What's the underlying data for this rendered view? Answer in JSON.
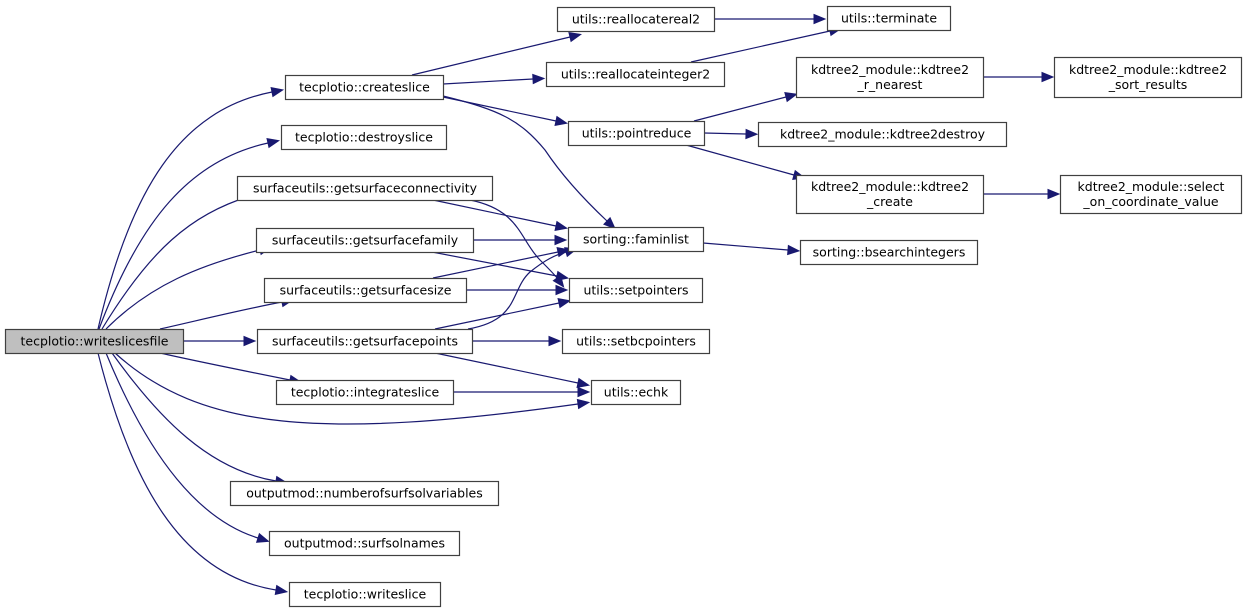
{
  "graph": {
    "type": "call-graph",
    "edge_color": "#191970",
    "root_fill": "#bfbfbf",
    "node_fill": "#ffffff",
    "nodes": [
      {
        "id": "writeslicesfile",
        "lines": [
          "tecplotio::writeslicesfile"
        ],
        "root": true
      },
      {
        "id": "createslice",
        "lines": [
          "tecplotio::createslice"
        ]
      },
      {
        "id": "destroyslice",
        "lines": [
          "tecplotio::destroyslice"
        ]
      },
      {
        "id": "getsurfaceconnectivity",
        "lines": [
          "surfaceutils::getsurfaceconnectivity"
        ]
      },
      {
        "id": "getsurfacefamily",
        "lines": [
          "surfaceutils::getsurfacefamily"
        ]
      },
      {
        "id": "getsurfacesize",
        "lines": [
          "surfaceutils::getsurfacesize"
        ]
      },
      {
        "id": "getsurfacepoints",
        "lines": [
          "surfaceutils::getsurfacepoints"
        ]
      },
      {
        "id": "integrateslice",
        "lines": [
          "tecplotio::integrateslice"
        ]
      },
      {
        "id": "numberofsurfsolvariables",
        "lines": [
          "outputmod::numberofsurfsolvariables"
        ]
      },
      {
        "id": "surfsolnames",
        "lines": [
          "outputmod::surfsolnames"
        ]
      },
      {
        "id": "writeslice",
        "lines": [
          "tecplotio::writeslice"
        ]
      },
      {
        "id": "reallocatereal2",
        "lines": [
          "utils::reallocatereal2"
        ]
      },
      {
        "id": "reallocateinteger2",
        "lines": [
          "utils::reallocateinteger2"
        ]
      },
      {
        "id": "pointreduce",
        "lines": [
          "utils::pointreduce"
        ]
      },
      {
        "id": "faminlist",
        "lines": [
          "sorting::faminlist"
        ]
      },
      {
        "id": "setpointers",
        "lines": [
          "utils::setpointers"
        ]
      },
      {
        "id": "setbcpointers",
        "lines": [
          "utils::setbcpointers"
        ]
      },
      {
        "id": "echk",
        "lines": [
          "utils::echk"
        ]
      },
      {
        "id": "terminate",
        "lines": [
          "utils::terminate"
        ]
      },
      {
        "id": "kdtree2_r_nearest",
        "lines": [
          "kdtree2_module::kdtree2",
          "_r_nearest"
        ]
      },
      {
        "id": "kdtree2destroy",
        "lines": [
          "kdtree2_module::kdtree2destroy"
        ]
      },
      {
        "id": "kdtree2_create",
        "lines": [
          "kdtree2_module::kdtree2",
          "_create"
        ]
      },
      {
        "id": "bsearchintegers",
        "lines": [
          "sorting::bsearchintegers"
        ]
      },
      {
        "id": "kdtree2_sort_results",
        "lines": [
          "kdtree2_module::kdtree2",
          "_sort_results"
        ]
      },
      {
        "id": "select_on_coordinate_value",
        "lines": [
          "kdtree2_module::select",
          "_on_coordinate_value"
        ]
      }
    ],
    "edges": [
      [
        "writeslicesfile",
        "createslice"
      ],
      [
        "writeslicesfile",
        "destroyslice"
      ],
      [
        "writeslicesfile",
        "getsurfaceconnectivity"
      ],
      [
        "writeslicesfile",
        "getsurfacefamily"
      ],
      [
        "writeslicesfile",
        "getsurfacesize"
      ],
      [
        "writeslicesfile",
        "getsurfacepoints"
      ],
      [
        "writeslicesfile",
        "integrateslice"
      ],
      [
        "writeslicesfile",
        "echk"
      ],
      [
        "writeslicesfile",
        "numberofsurfsolvariables"
      ],
      [
        "writeslicesfile",
        "surfsolnames"
      ],
      [
        "writeslicesfile",
        "writeslice"
      ],
      [
        "createslice",
        "reallocatereal2"
      ],
      [
        "createslice",
        "reallocateinteger2"
      ],
      [
        "createslice",
        "pointreduce"
      ],
      [
        "createslice",
        "faminlist"
      ],
      [
        "getsurfaceconnectivity",
        "faminlist"
      ],
      [
        "getsurfaceconnectivity",
        "setpointers"
      ],
      [
        "getsurfacefamily",
        "faminlist"
      ],
      [
        "getsurfacefamily",
        "setpointers"
      ],
      [
        "getsurfacesize",
        "faminlist"
      ],
      [
        "getsurfacesize",
        "setpointers"
      ],
      [
        "getsurfacepoints",
        "faminlist"
      ],
      [
        "getsurfacepoints",
        "setpointers"
      ],
      [
        "getsurfacepoints",
        "setbcpointers"
      ],
      [
        "getsurfacepoints",
        "echk"
      ],
      [
        "integrateslice",
        "echk"
      ],
      [
        "reallocatereal2",
        "terminate"
      ],
      [
        "reallocateinteger2",
        "terminate"
      ],
      [
        "pointreduce",
        "kdtree2_r_nearest"
      ],
      [
        "pointreduce",
        "kdtree2destroy"
      ],
      [
        "pointreduce",
        "kdtree2_create"
      ],
      [
        "faminlist",
        "bsearchintegers"
      ],
      [
        "kdtree2_r_nearest",
        "kdtree2_sort_results"
      ],
      [
        "kdtree2_create",
        "select_on_coordinate_value"
      ]
    ]
  }
}
